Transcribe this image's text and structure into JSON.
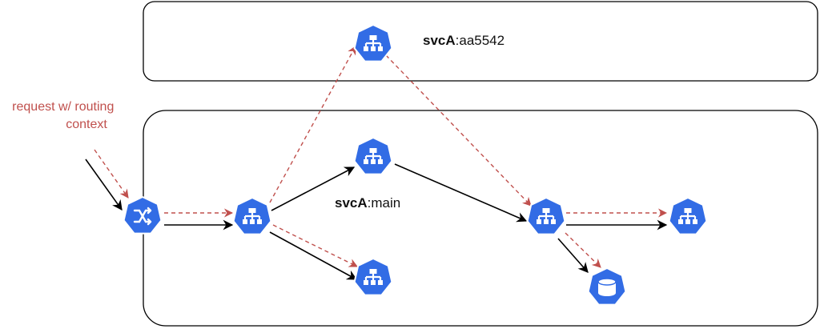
{
  "annotation": {
    "lines": [
      "request w/ routing",
      "context"
    ],
    "color": "#c0504d"
  },
  "labels": {
    "svc_top": {
      "name": "svcA",
      "suffix": ":aa5542"
    },
    "svc_main": {
      "name": "svcA",
      "suffix": ":main"
    }
  },
  "colors": {
    "icon_fill": "#326ce5",
    "icon_glyph": "#ffffff",
    "solid_arrow": "#000000",
    "dashed_arrow": "#c0504d",
    "box_stroke": "#000000"
  },
  "icons": {
    "router": "shuffle-icon",
    "service": "network-service-icon",
    "database": "database-icon"
  }
}
